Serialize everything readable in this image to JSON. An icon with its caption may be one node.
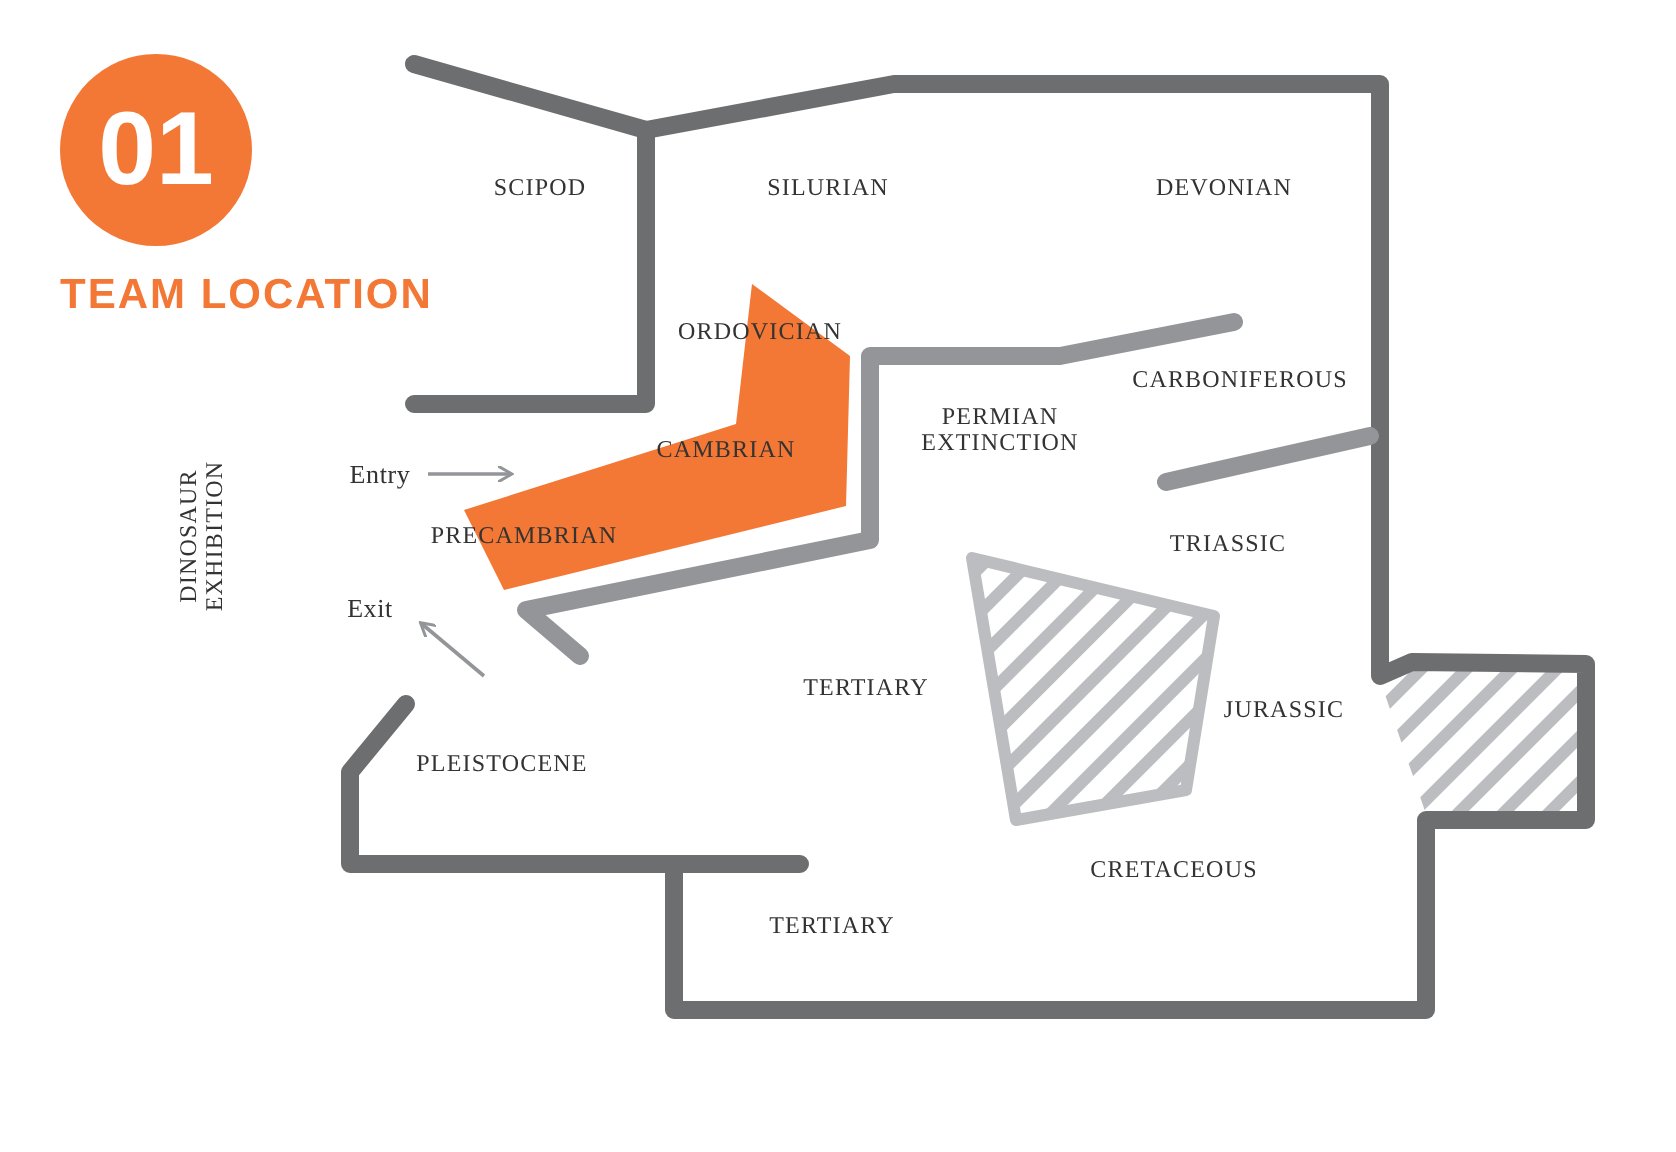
{
  "diagram": {
    "title": "TEAM LOCATION",
    "labels": [
      "01",
      "SCIPOD",
      "SILURIAN",
      "DEVONIAN",
      "ORDOVICIAN",
      "CARBONIFEROUS",
      "PERMIAN EXTINCTION",
      "CAMBRIAN",
      "Entry",
      "PRECAMBRIAN",
      "TRIASSIC",
      "DINOSAUR EXHIBITION",
      "Exit",
      "TERTIARY",
      "JURASSIC",
      "PLEISTOCENE",
      "CRETACEOUS",
      "TERTIARY"
    ]
  }
}
